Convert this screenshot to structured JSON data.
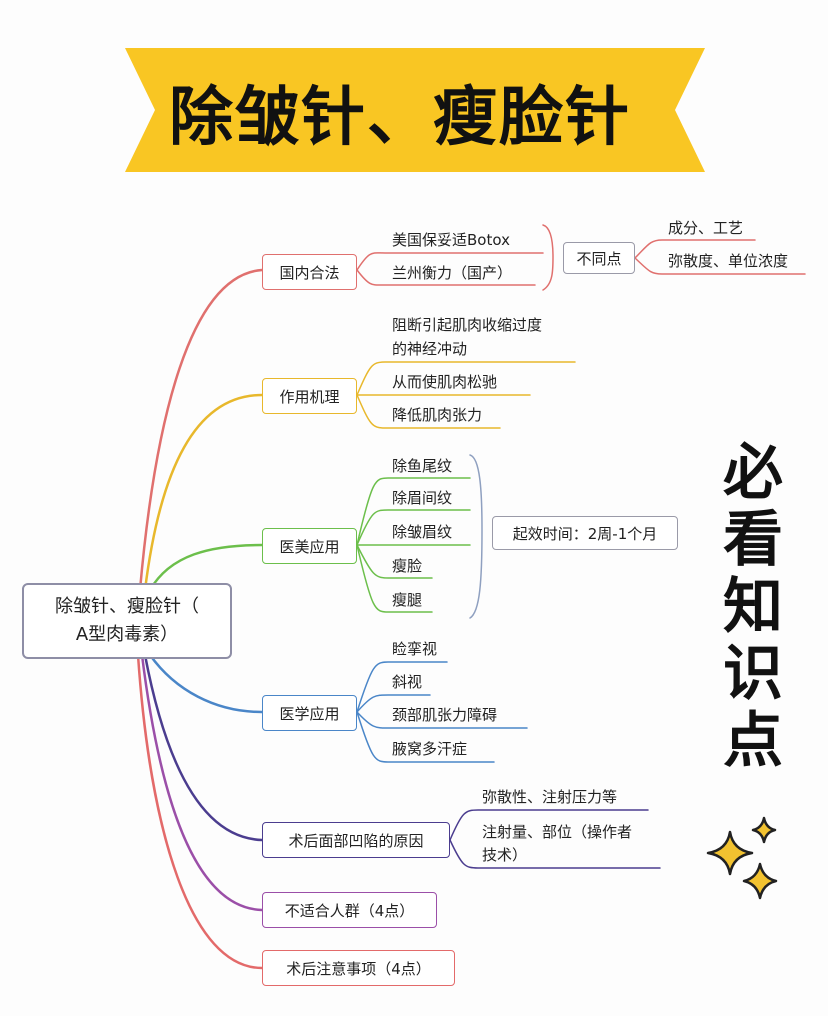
{
  "banner": {
    "title": "除皱针、瘦脸针",
    "color": "#f9c623"
  },
  "root": {
    "line1": "除皱针、瘦脸针（",
    "line2": "A型肉毒素）"
  },
  "branches": {
    "legal": {
      "label": "国内合法",
      "color": "#e0706e",
      "items": [
        "美国保妥适Botox",
        "兰州衡力（国产）"
      ],
      "diff": {
        "label": "不同点",
        "items": [
          "成分、工艺",
          "弥散度、单位浓度"
        ]
      }
    },
    "mechanism": {
      "label": "作用机理",
      "color": "#e8b82c",
      "items": [
        "阻断引起肌肉收缩过度",
        "的神经冲动",
        "从而使肌肉松驰",
        "降低肌肉张力"
      ]
    },
    "cosmetic": {
      "label": "医美应用",
      "color": "#6cbf4b",
      "items": [
        "除鱼尾纹",
        "除眉间纹",
        "除皱眉纹",
        "瘦脸",
        "瘦腿"
      ],
      "onset": "起效时间：2周-1个月"
    },
    "medical": {
      "label": "医学应用",
      "color": "#4a86c8",
      "items": [
        "睑挛视",
        "斜视",
        "颈部肌张力障碍",
        "腋窝多汗症"
      ]
    },
    "cause": {
      "label": "术后面部凹陷的原因",
      "color": "#4b3d8f",
      "items": [
        "弥散性、注射压力等",
        "注射量、部位（操作者",
        "技术）"
      ]
    },
    "unsuitable": {
      "label": "不适合人群（4点）",
      "color": "#9b4fa8"
    },
    "aftercare": {
      "label": "术后注意事项（4点）",
      "color": "#e36a6a"
    }
  },
  "side_text": [
    "必",
    "看",
    "知",
    "识",
    "点"
  ],
  "sparkle_color": "#f2c230"
}
